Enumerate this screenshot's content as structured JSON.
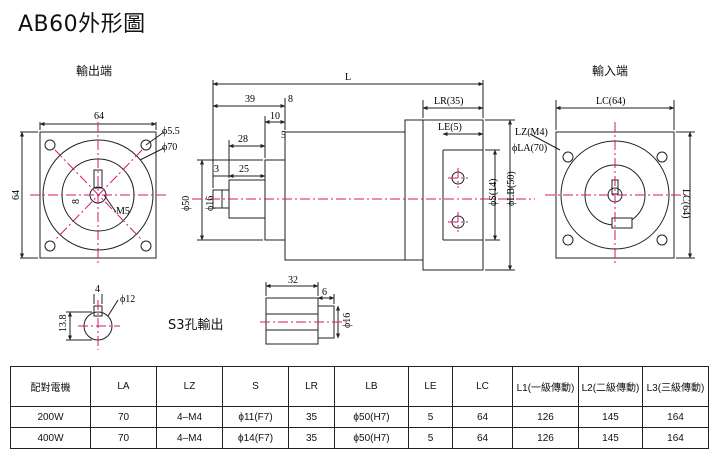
{
  "title": "AB60外形圖",
  "labels": {
    "output_end": "輸出端",
    "input_end": "輸入端",
    "s3_output": "S3孔輸出"
  },
  "dimensions": {
    "front_64": "64",
    "front_64_side": "64",
    "phi_5_5": "ϕ5.5",
    "phi_70": "ϕ70",
    "front_8": "8",
    "front_m5": "M5",
    "L": "L",
    "d39": "39",
    "d8": "8",
    "d10": "10",
    "d28": "28",
    "d5": "5",
    "d25": "25",
    "d3": "3",
    "phi50": "ϕ50",
    "phi16": "ϕ16",
    "LR": "LR(35)",
    "LE": "LE(5)",
    "LZ": "LZ(M4)",
    "phiLA": "ϕLA(70)",
    "phiS": "ϕS(14)",
    "phiLB": "ϕLB(50)",
    "LC_top": "LC(64)",
    "LC_side": "LC(64)",
    "key_4": "4",
    "key_phi12": "ϕ12",
    "key_13_8": "13.8",
    "s3_32": "32",
    "s3_6": "6",
    "s3_phi16": "ϕ16"
  },
  "table": {
    "headers": [
      "配對電機",
      "LA",
      "LZ",
      "S",
      "LR",
      "LB",
      "LE",
      "LC",
      "L1(一級傳動)",
      "L2(二級傳動)",
      "L3(三級傳動)"
    ],
    "rows": [
      [
        "200W",
        "70",
        "4–M4",
        "ϕ11(F7)",
        "35",
        "ϕ50(H7)",
        "5",
        "64",
        "126",
        "145",
        "164"
      ],
      [
        "400W",
        "70",
        "4–M4",
        "ϕ14(F7)",
        "35",
        "ϕ50(H7)",
        "5",
        "64",
        "126",
        "145",
        "164"
      ]
    ]
  },
  "colors": {
    "centerline": "#d4166f",
    "line": "#222222"
  }
}
